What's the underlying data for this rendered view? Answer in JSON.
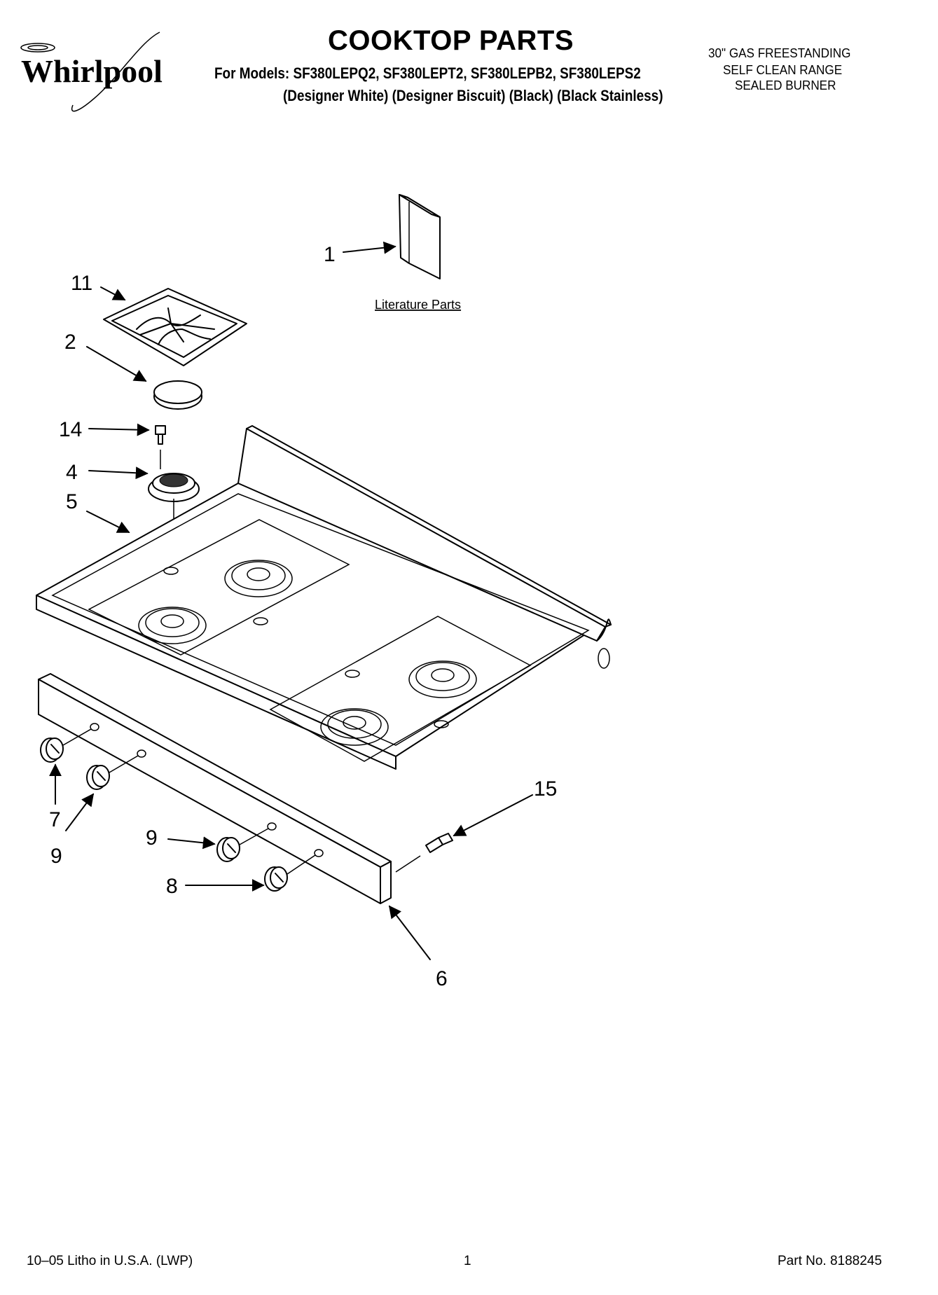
{
  "brand": "Whirlpool",
  "title": "COOKTOP PARTS",
  "models_line": "For Models: SF380LEPQ2, SF380LEPT2, SF380LEPB2, SF380LEPS2",
  "colors_line": "(Designer White) (Designer Biscuit) (Black) (Black Stainless)",
  "spec_lines": [
    "30\" GAS FREESTANDING",
    "SELF CLEAN RANGE",
    "SEALED BURNER"
  ],
  "callouts": {
    "c1": "1",
    "c11": "11",
    "c2": "2",
    "c14": "14",
    "c4": "4",
    "c5": "5",
    "c7": "7",
    "c9a": "9",
    "c9b": "9",
    "c8": "8",
    "c6": "6",
    "c15": "15"
  },
  "literature_label": "Literature Parts",
  "footer": {
    "left": "10–05 Litho in U.S.A. (LWP)",
    "page": "1",
    "part_no": "Part No. 8188245"
  }
}
